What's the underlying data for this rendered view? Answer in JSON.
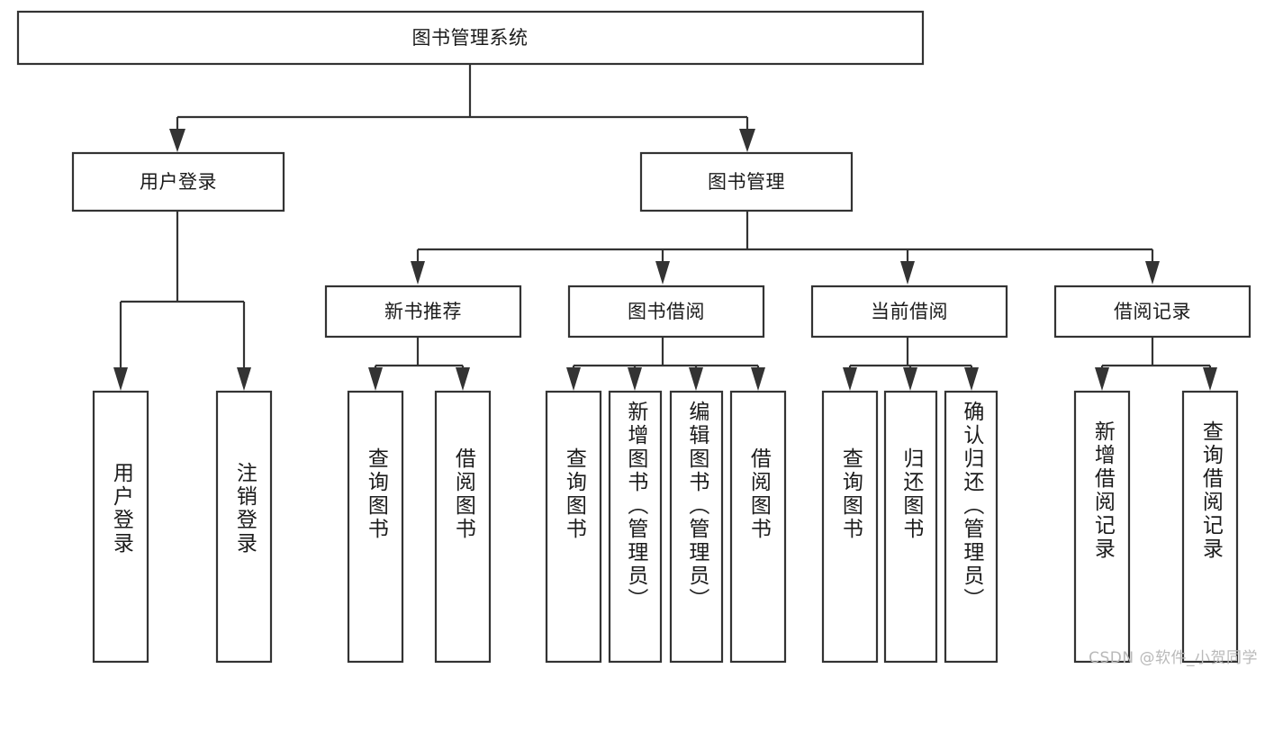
{
  "diagram": {
    "type": "tree-hierarchy-chart",
    "title_node": {
      "label": "图书管理系统"
    },
    "level2": [
      {
        "id": "user-login",
        "label": "用户登录"
      },
      {
        "id": "book-management",
        "label": "图书管理"
      }
    ],
    "level3": [
      {
        "id": "new-book-recommend",
        "label": "新书推荐",
        "parent": "book-management"
      },
      {
        "id": "book-borrow",
        "label": "图书借阅",
        "parent": "book-management"
      },
      {
        "id": "current-borrow",
        "label": "当前借阅",
        "parent": "book-management"
      },
      {
        "id": "borrow-record",
        "label": "借阅记录",
        "parent": "book-management"
      }
    ],
    "leaves": {
      "user-login": [
        {
          "id": "leaf-user-login",
          "label": "用户登录"
        },
        {
          "id": "leaf-logout-login",
          "label": "注销登录"
        }
      ],
      "new-book-recommend": [
        {
          "id": "leaf-query-book-1",
          "label": "查询图书"
        },
        {
          "id": "leaf-borrow-book-1",
          "label": "借阅图书"
        }
      ],
      "book-borrow": [
        {
          "id": "leaf-query-book-2",
          "label": "查询图书"
        },
        {
          "id": "leaf-add-book",
          "label": "新增图书（管理员）"
        },
        {
          "id": "leaf-edit-book",
          "label": "编辑图书（管理员）"
        },
        {
          "id": "leaf-borrow-book-2",
          "label": "借阅图书"
        }
      ],
      "current-borrow": [
        {
          "id": "leaf-query-book-3",
          "label": "查询图书"
        },
        {
          "id": "leaf-return-book",
          "label": "归还图书"
        },
        {
          "id": "leaf-confirm-return",
          "label": "确认归还（管理员）"
        }
      ],
      "borrow-record": [
        {
          "id": "leaf-add-record",
          "label": "新增借阅记录"
        },
        {
          "id": "leaf-query-record",
          "label": "查询借阅记录"
        }
      ]
    },
    "colors": {
      "box_stroke": "#333333",
      "box_fill": "#ffffff",
      "text": "#1b1b1b",
      "connector": "#333333",
      "watermark": "#b9b9b9",
      "background": "#ffffff"
    }
  },
  "watermark": {
    "text": "CSDN @软件_小贺同学"
  }
}
